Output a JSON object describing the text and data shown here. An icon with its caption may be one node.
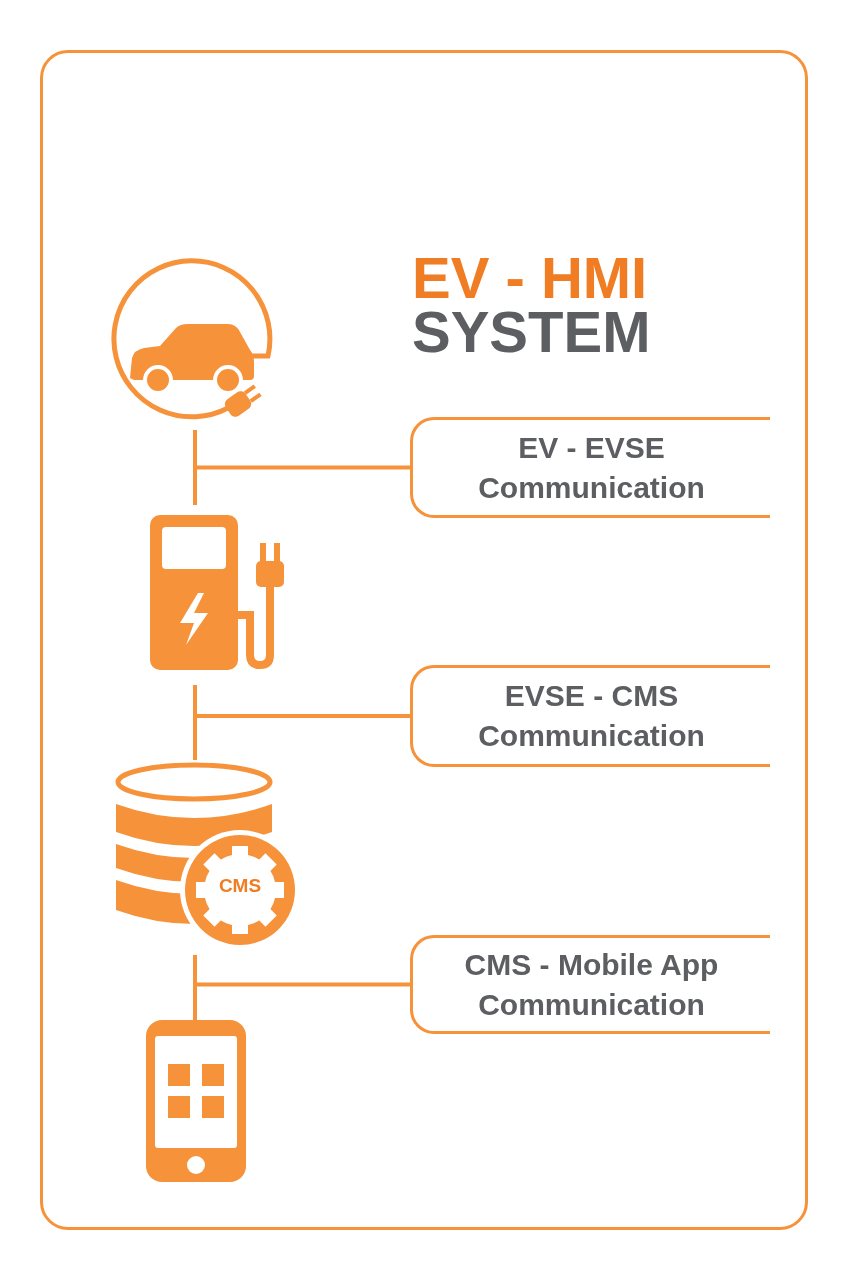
{
  "diagram": {
    "nodes": [
      {
        "text": [],
        "shape": "picture"
      },
      {
        "text": [
          "EV - EVSE Communication"
        ]
      },
      {
        "text": [],
        "shape": "picture"
      },
      {
        "text": [
          "EVSE - CMS Communication"
        ]
      },
      {
        "text": [
          "CMS"
        ]
      },
      {
        "text": [
          "CMS - Mobile App Communication"
        ]
      },
      {
        "text": [],
        "shape": "picture"
      }
    ],
    "edges": [
      {
        "from": 0,
        "to": 2,
        "arrow": "none"
      },
      {
        "from": null,
        "to": 1,
        "arrow": "none"
      },
      {
        "from": 2,
        "to": 4,
        "arrow": "none"
      },
      {
        "from": null,
        "to": 3,
        "arrow": "none"
      },
      {
        "from": 4,
        "to": 6,
        "arrow": "none"
      },
      {
        "from": null,
        "to": 5,
        "arrow": "none"
      }
    ],
    "labels": [
      "EV - HMI",
      "SYSTEM"
    ]
  }
}
